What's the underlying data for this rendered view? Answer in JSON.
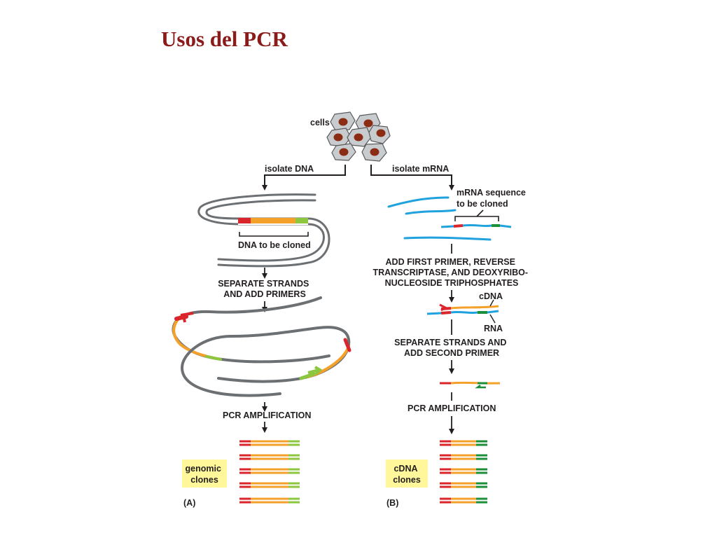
{
  "slide": {
    "title": "Usos del PCR"
  },
  "diagram": {
    "cells_label": "cells",
    "left": {
      "branch_label": "isolate DNA",
      "target_label": "DNA to be cloned",
      "step1": [
        "SEPARATE STRANDS",
        "AND ADD PRIMERS"
      ],
      "step2": "PCR AMPLIFICATION",
      "result_label": [
        "genomic",
        "clones"
      ],
      "panel": "(A)"
    },
    "right": {
      "branch_label": "isolate mRNA",
      "target_label": [
        "mRNA sequence",
        "to be cloned"
      ],
      "step1": [
        "ADD FIRST PRIMER, REVERSE",
        "TRANSCRIPTASE, AND DEOXYRIBO-",
        "NUCLEOSIDE TRIPHOSPHATES"
      ],
      "cdna_label": "cDNA",
      "rna_label": "RNA",
      "step2": [
        "SEPARATE STRANDS AND",
        "ADD SECOND PRIMER"
      ],
      "step3": "PCR AMPLIFICATION",
      "result_label": [
        "cDNA",
        "clones"
      ],
      "panel": "(B)"
    },
    "colors": {
      "dna": "#6d7073",
      "mrna": "#1fa2dd",
      "target": "#f4a12b",
      "primer_red": "#d9252b",
      "green_light": "#8dc63f",
      "green_dark": "#1d8f3b",
      "cell_fill": "#c9ccce",
      "nucleus": "#8b2c14",
      "highlight": "#fff799"
    }
  }
}
